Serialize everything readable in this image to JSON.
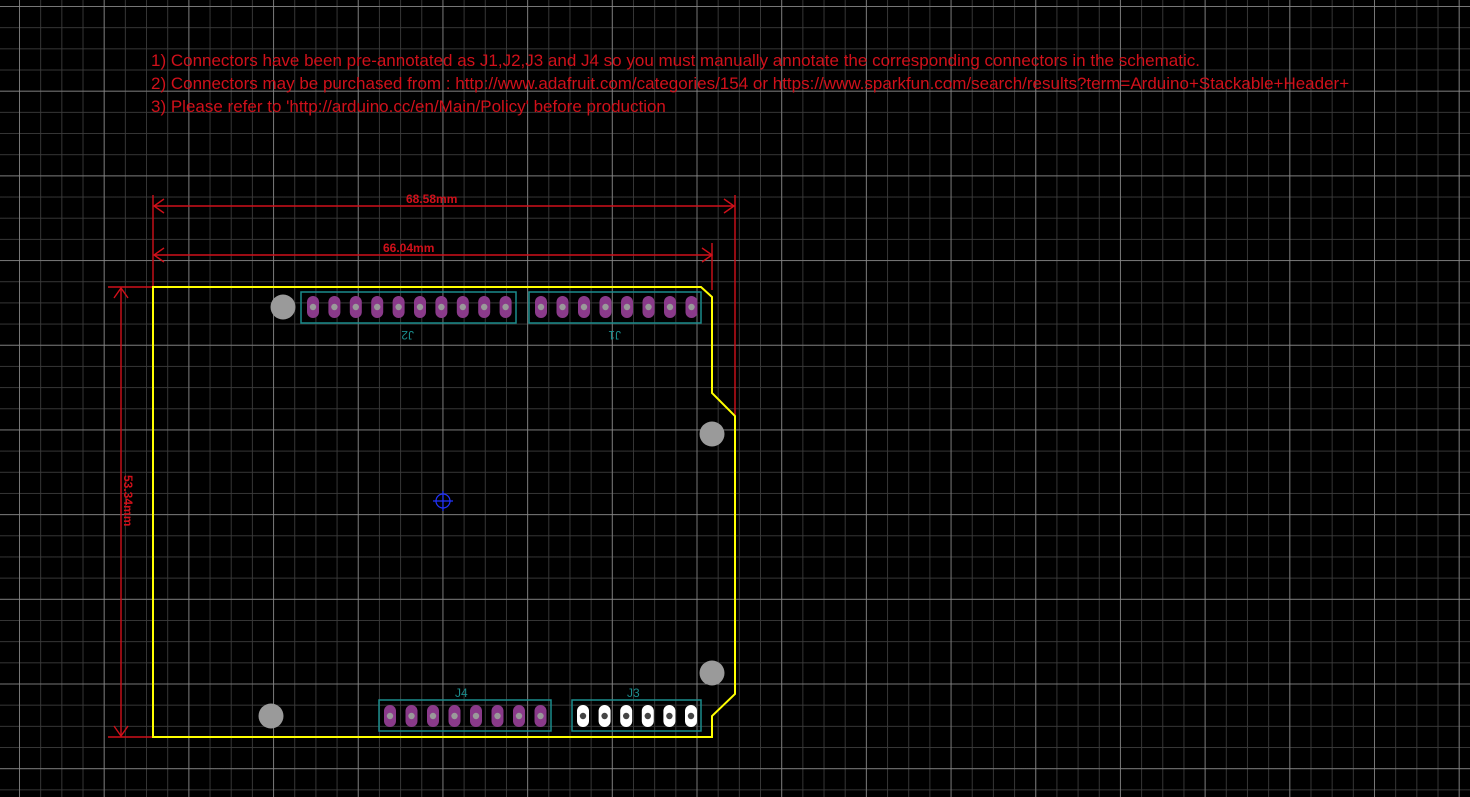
{
  "notes": [
    "1) Connectors have been pre-annotated as J1,J2,J3 and J4 so you must manually annotate the corresponding connectors in the schematic.",
    "2) Connectors may be purchased from : http://www.adafruit.com/categories/154 or https://www.sparkfun.com/search/results?term=Arduino+Stackable+Header+",
    "3) Please refer to 'http://arduino.cc/en/Main/Policy' before production"
  ],
  "dimensions": {
    "top_width": "68.58mm",
    "inner_width": "66.04mm",
    "height": "53.34mm"
  },
  "connectors": [
    {
      "ref": "J2",
      "pins": 10,
      "pad_style": "purple"
    },
    {
      "ref": "J1",
      "pins": 8,
      "pad_style": "purple"
    },
    {
      "ref": "J4",
      "pins": 8,
      "pad_style": "purple"
    },
    {
      "ref": "J3",
      "pins": 6,
      "pad_style": "white"
    }
  ],
  "colors": {
    "board_outline": "#ffff00",
    "dimension": "#d0101a",
    "connector_outline": "#1a8c8c",
    "pad": "#8a3a8a",
    "mount_hole": "#9a9a9a",
    "origin_marker": "#2233ff"
  }
}
